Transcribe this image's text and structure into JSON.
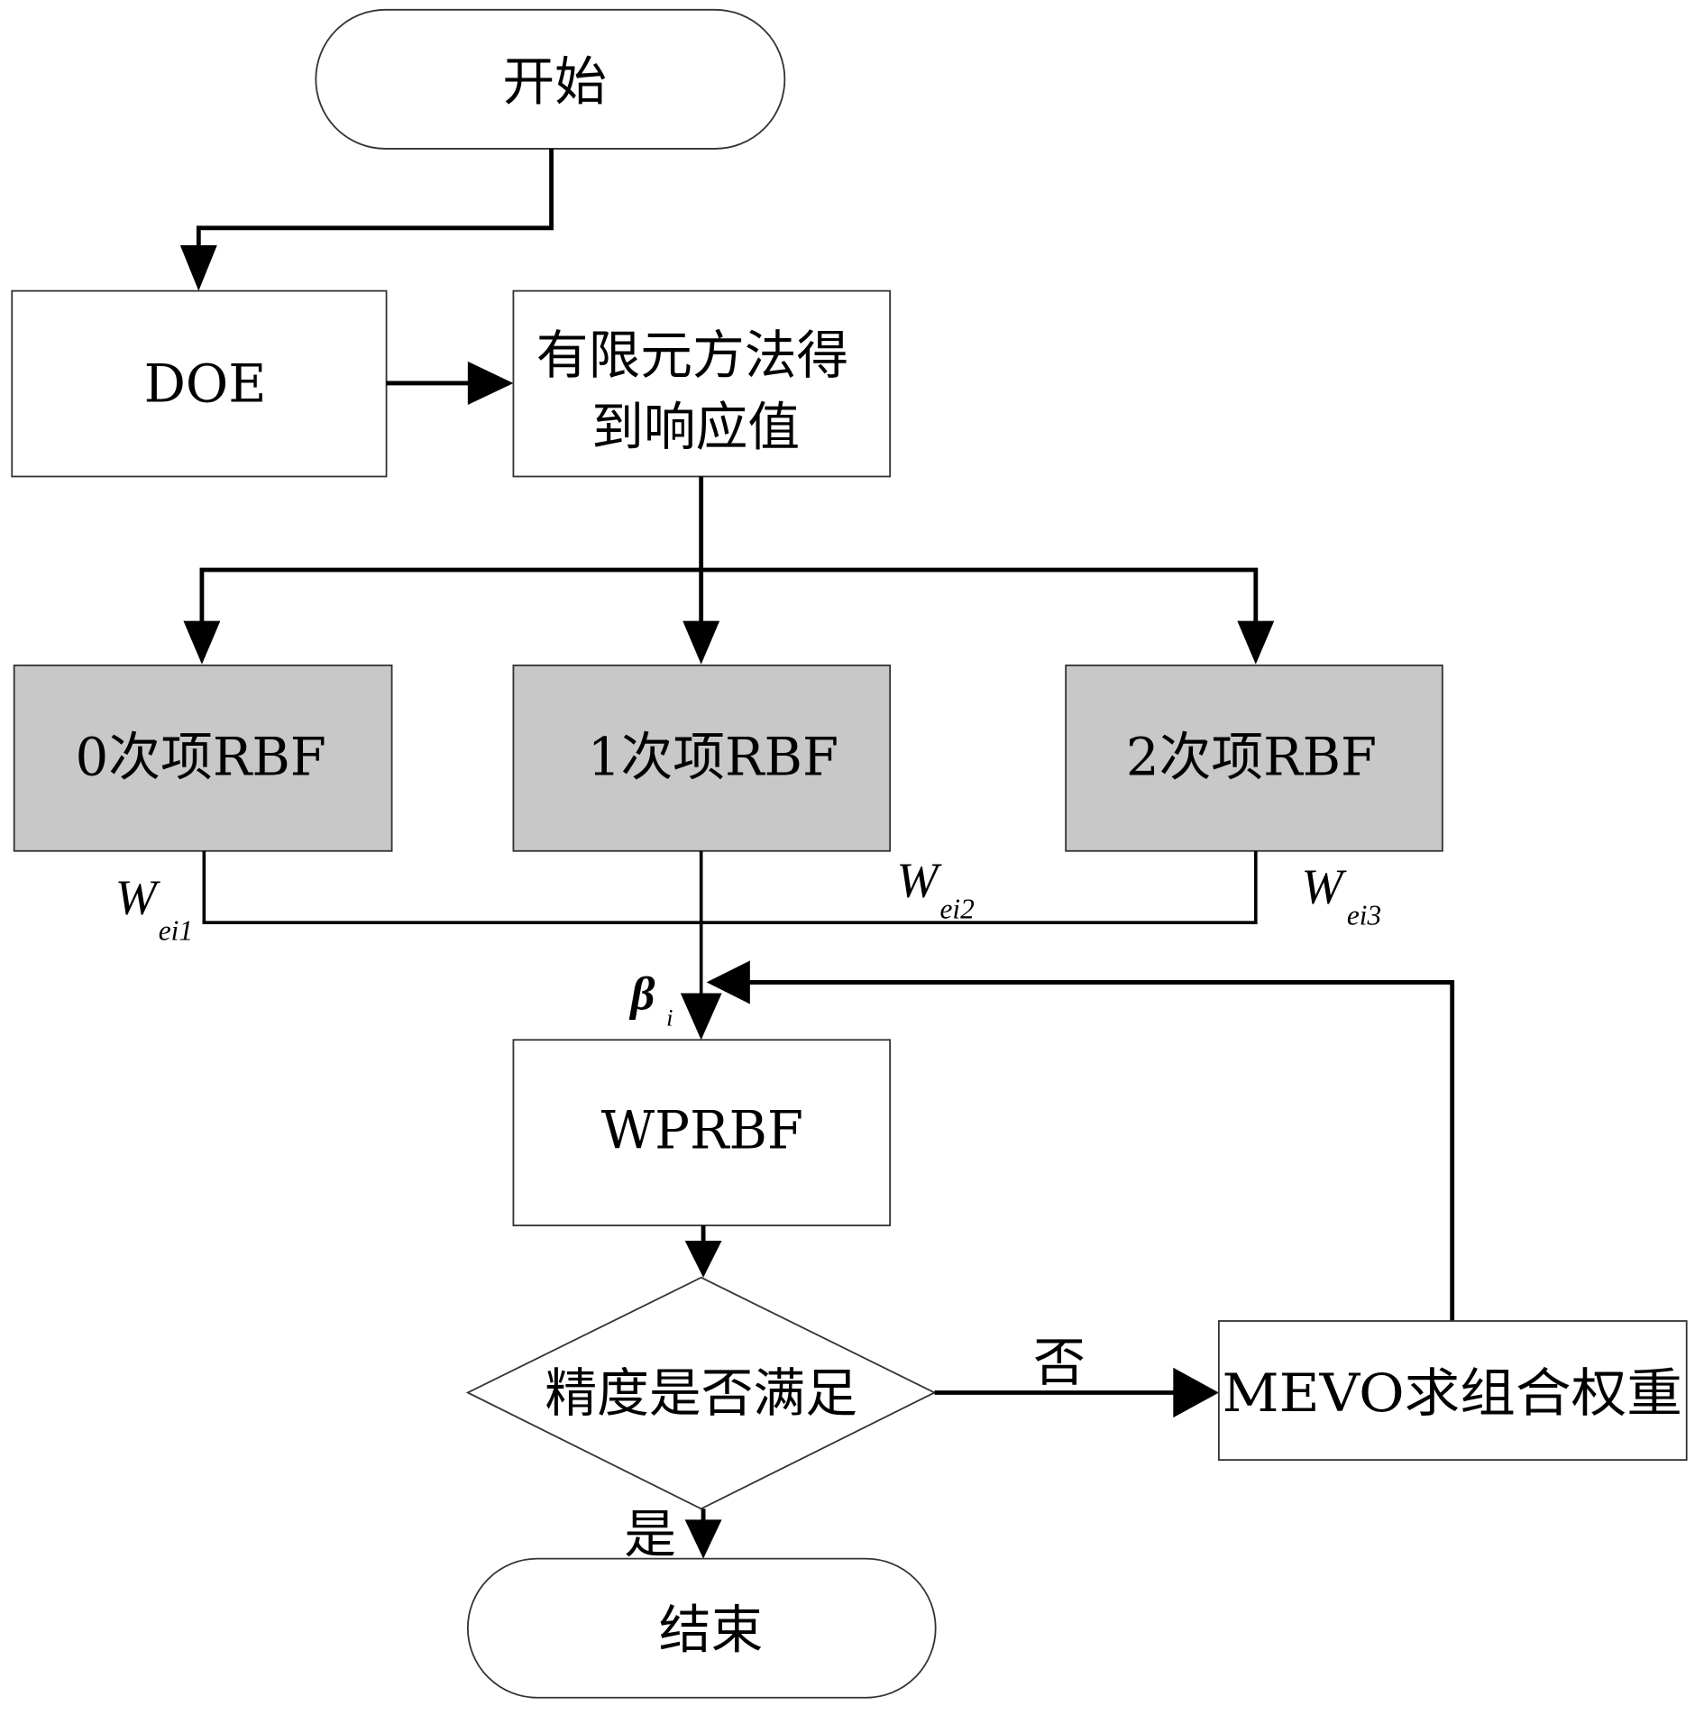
{
  "diagram": {
    "type": "flowchart",
    "nodes": {
      "start": {
        "label": "开始",
        "shape": "terminator"
      },
      "doe": {
        "label": "DOE",
        "shape": "process"
      },
      "fem": {
        "label_line1": "有限元方法得",
        "label_line2": "到响应值",
        "shape": "process"
      },
      "rbf0": {
        "label": "0次项RBF",
        "shape": "process",
        "fill": "#c8c8c8"
      },
      "rbf1": {
        "label": "1次项RBF",
        "shape": "process",
        "fill": "#c8c8c8"
      },
      "rbf2": {
        "label": "2次项RBF",
        "shape": "process",
        "fill": "#c8c8c8"
      },
      "wprbf": {
        "label": "WPRBF",
        "shape": "process"
      },
      "decision": {
        "label": "精度是否满足",
        "shape": "decision"
      },
      "mevo": {
        "label": "MEVO求组合权重",
        "shape": "process"
      },
      "end": {
        "label": "结束",
        "shape": "terminator"
      }
    },
    "edge_labels": {
      "w1": {
        "base": "W",
        "sub": "ei1"
      },
      "w2": {
        "base": "W",
        "sub": "ei2"
      },
      "w3": {
        "base": "W",
        "sub": "ei3"
      },
      "beta": {
        "base": "β",
        "sub": "i"
      },
      "no": "否",
      "yes": "是"
    },
    "edges": [
      {
        "from": "start",
        "to": "doe"
      },
      {
        "from": "doe",
        "to": "fem"
      },
      {
        "from": "fem",
        "to": "rbf0"
      },
      {
        "from": "fem",
        "to": "rbf1"
      },
      {
        "from": "fem",
        "to": "rbf2"
      },
      {
        "from": "rbf0",
        "to": "wprbf",
        "label": "W_ei1"
      },
      {
        "from": "rbf1",
        "to": "wprbf",
        "label": "W_ei2"
      },
      {
        "from": "rbf2",
        "to": "wprbf",
        "label": "W_ei3"
      },
      {
        "from": "mevo",
        "to": "wprbf",
        "label": "β_i"
      },
      {
        "from": "wprbf",
        "to": "decision"
      },
      {
        "from": "decision",
        "to": "mevo",
        "label": "否"
      },
      {
        "from": "decision",
        "to": "end",
        "label": "是"
      }
    ]
  }
}
